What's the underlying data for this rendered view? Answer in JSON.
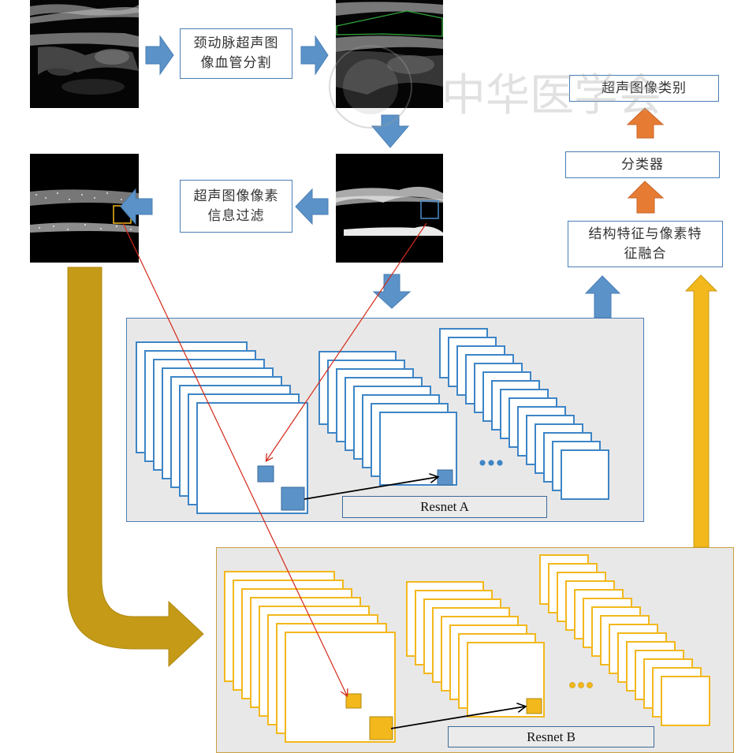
{
  "title": "Carotid ultrasound classification pipeline with dual ResNet feature fusion",
  "steps": {
    "segmentation": {
      "line1": "颈动脉超声图",
      "line2": "像血管分割"
    },
    "pixel_filter": {
      "line1": "超声图像像素",
      "line2": "信息过滤"
    },
    "fusion": {
      "line1": "结构特征与像素特",
      "line2": "征融合"
    },
    "classifier": "分类器",
    "output": "超声图像类别"
  },
  "networks": {
    "a": {
      "label": "Resnet A",
      "color": "#3d85c6",
      "fill": "#5b93c9",
      "ellipsis": "•••"
    },
    "b": {
      "label": "Resnet B",
      "color": "#f2b81c",
      "fill": "#f2b81c",
      "ellipsis": "•••"
    }
  },
  "images": {
    "original": "original-carotid-ultrasound",
    "segmented": "segmented-vessel-ultrasound-green-contour",
    "cropped": "cropped-vessel-region",
    "filtered": "pixel-filtered-vessel"
  },
  "watermark": {
    "text": "中华医学会"
  },
  "colors": {
    "flow_arrow": "#5b93c9",
    "classifier_arrow": "#e67c34",
    "pixel_branch_arrow": "#c49a16",
    "fusion_arrow_b": "#f2b81c",
    "connector": "#d42a1a",
    "panel_bg": "#e9e8e8",
    "panel_border_a": "#4a7eb5",
    "panel_border_b": "#c9a041"
  }
}
